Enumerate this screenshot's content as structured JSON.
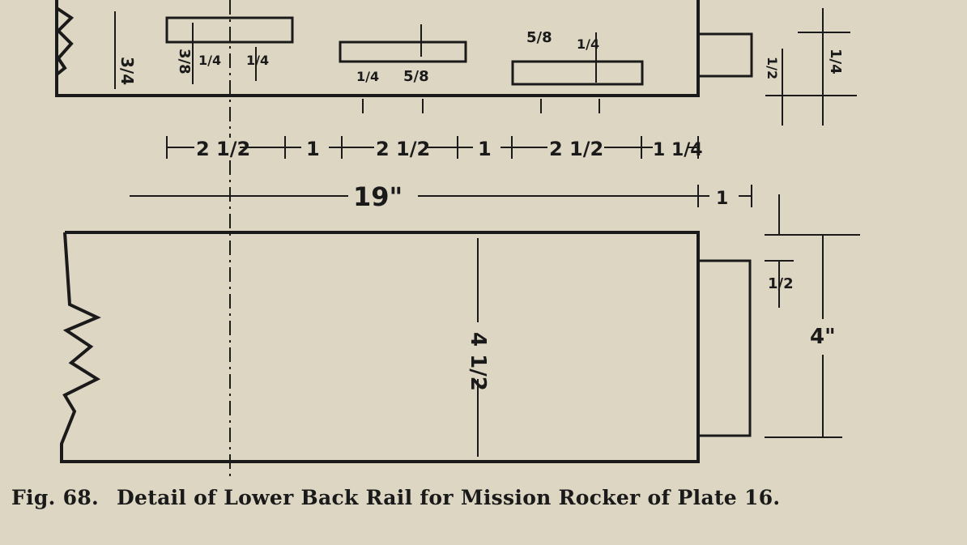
{
  "caption": {
    "figure": "Fig. 68.",
    "title": "Detail of Lower Back Rail for Mission Rocker of Plate 16."
  },
  "dimensions": {
    "top_height": "3/4",
    "slot1_width": "3/8",
    "slot_offset_a": "1/4",
    "slot_offset_b": "1/4",
    "slot2_offset": "1/4",
    "slot2_width": "5/8",
    "slot3_width": "5/8",
    "slot3_offset": "1/4",
    "tenon_thickness": "1/2",
    "right_thickness": "1/4",
    "spacing": [
      "2 1/2",
      "1",
      "2 1/2",
      "1",
      "2 1/2",
      "1 1/4"
    ],
    "overall_length": "19\"",
    "tenon_length": "1",
    "side_height": "4 1/2",
    "tenon_shoulder": "1/2",
    "tenon_height": "4\""
  }
}
